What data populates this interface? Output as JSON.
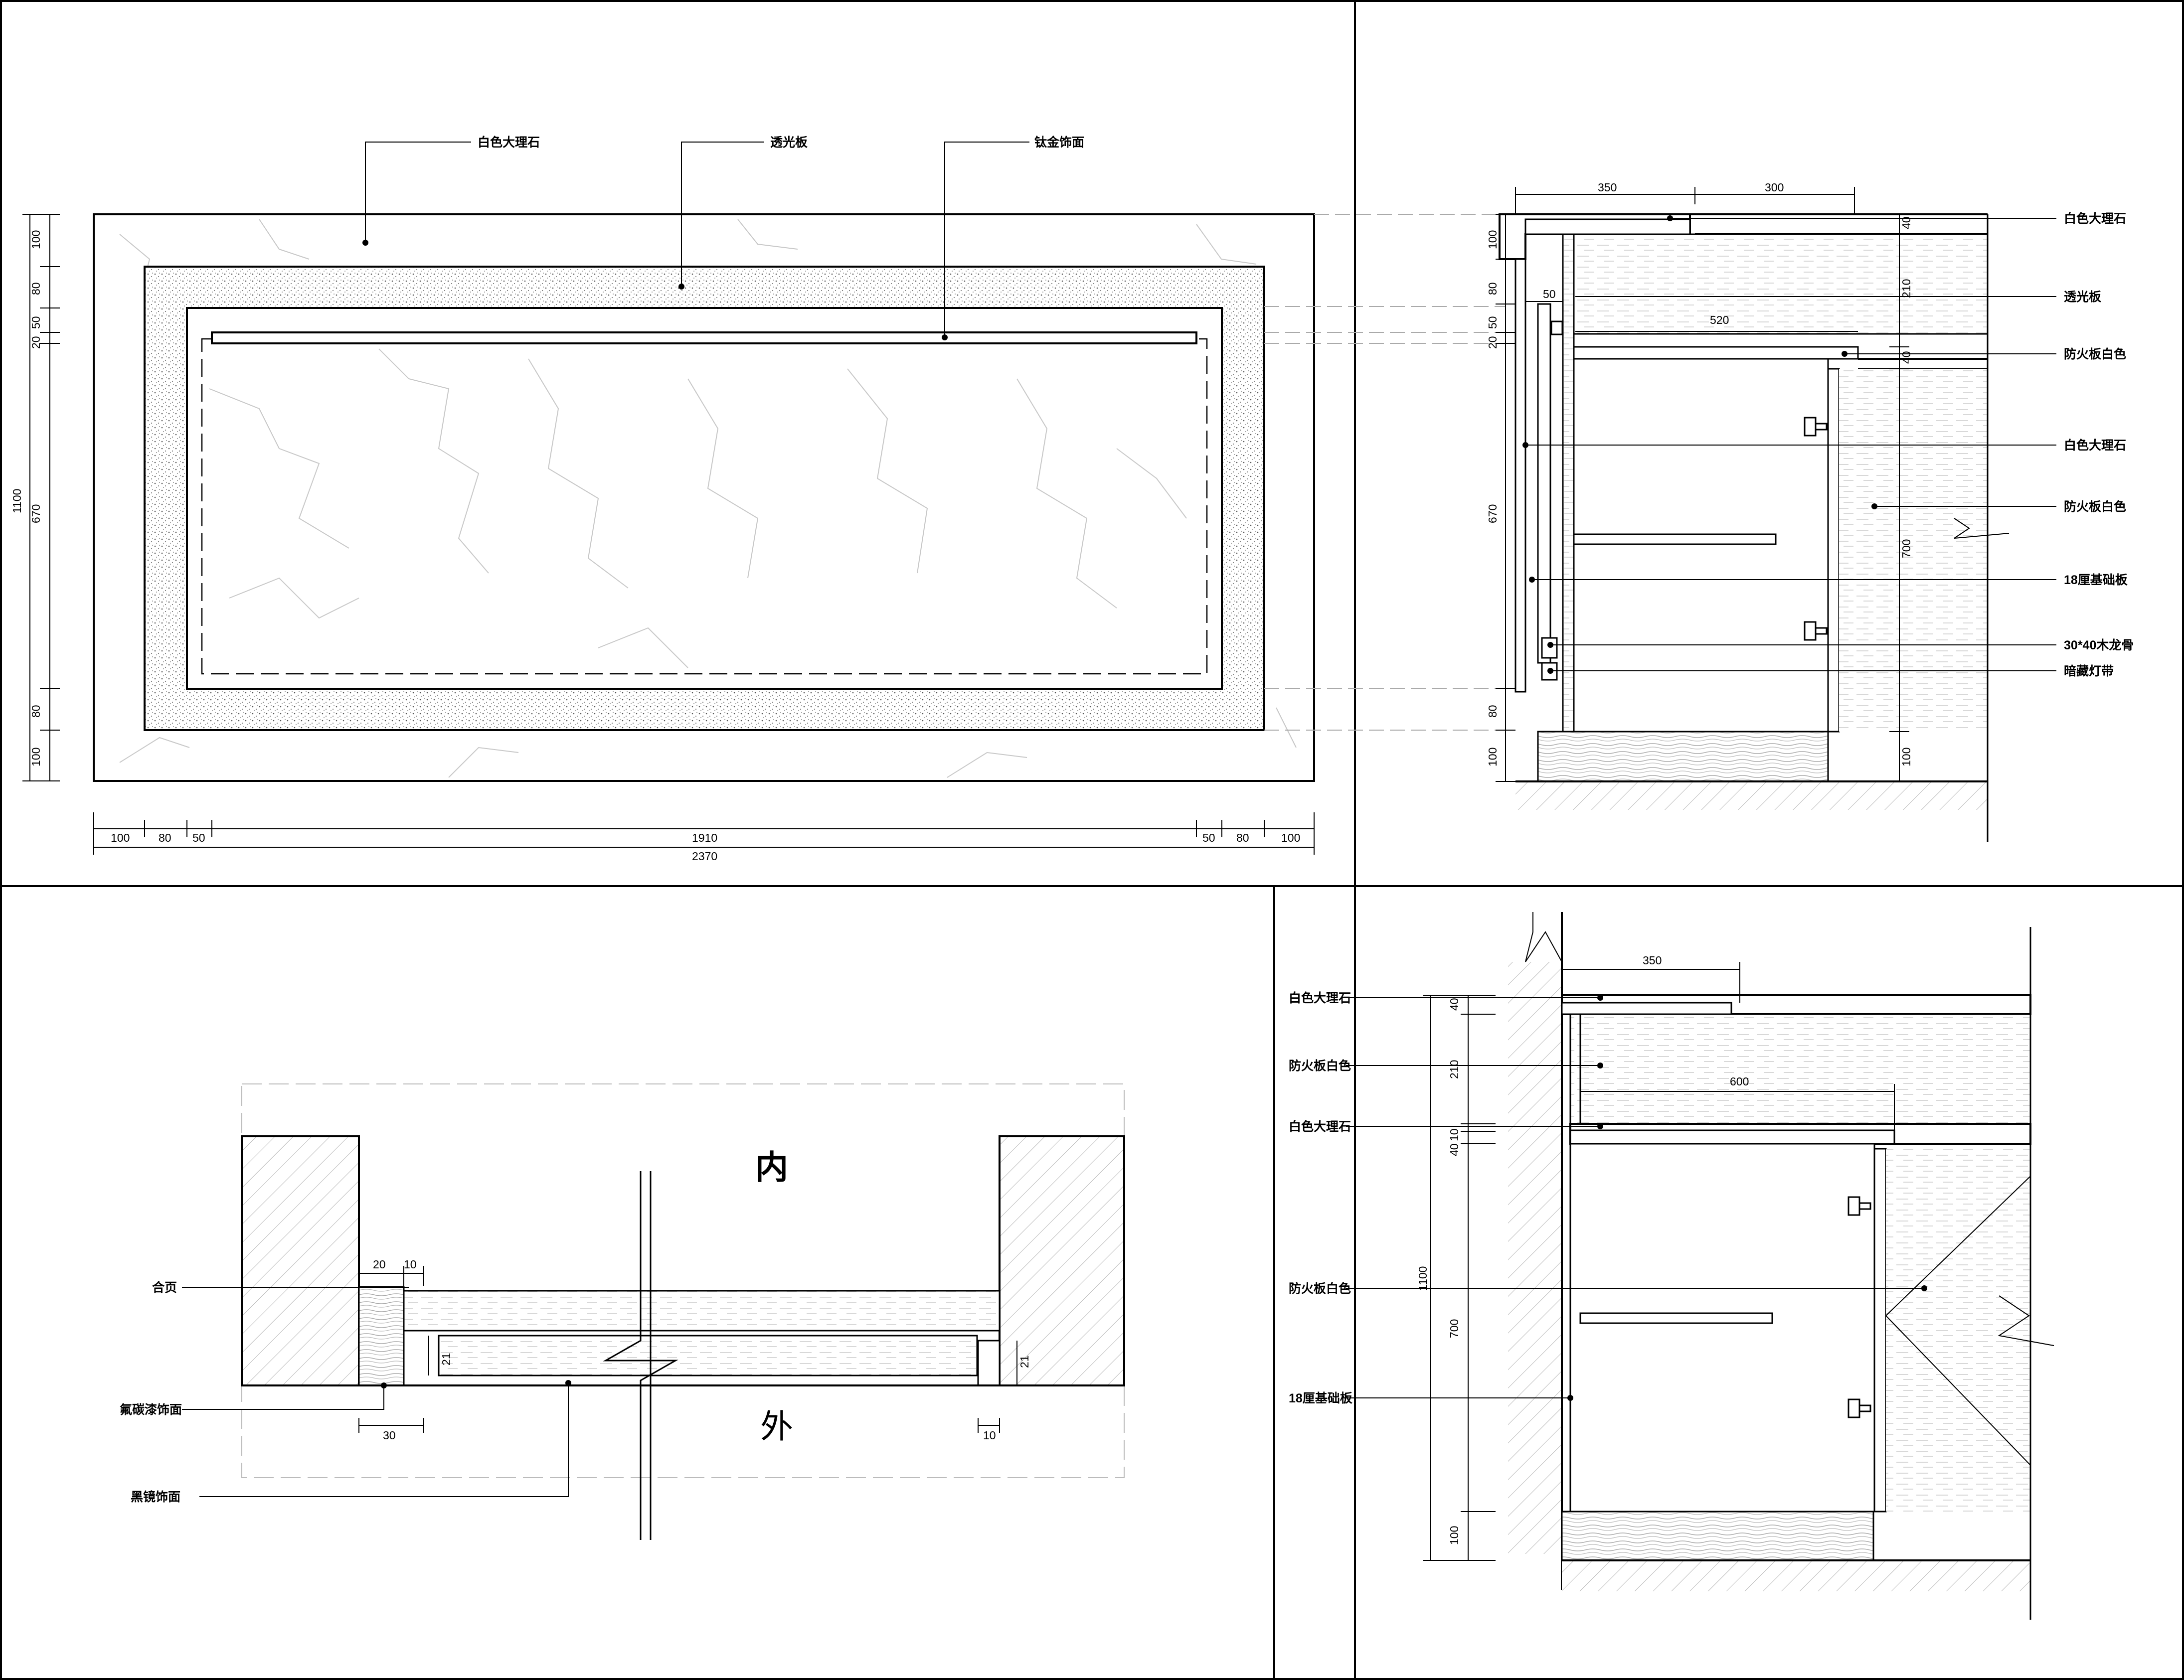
{
  "elevation": {
    "callouts": [
      "白色大理石",
      "透光板",
      "钛金饰面"
    ],
    "dims_left": [
      "100",
      "80",
      "50",
      "20",
      "1100",
      "670",
      "80",
      "100"
    ],
    "dims_bottom": [
      "100",
      "80",
      "50",
      "1910",
      "50",
      "80",
      "100"
    ],
    "dim_total": "2370"
  },
  "section_a": {
    "dims_top": [
      "350",
      "300"
    ],
    "dim_50": "50",
    "dim_520": "520",
    "dims_left": [
      "100",
      "80",
      "50",
      "20",
      "670",
      "80",
      "100"
    ],
    "dims_right": [
      "40",
      "210",
      "40",
      "700",
      "100"
    ],
    "callouts": [
      "白色大理石",
      "透光板",
      "防火板白色",
      "白色大理石",
      "防火板白色",
      "18厘基础板",
      "30*40木龙骨",
      "暗藏灯带"
    ]
  },
  "door_plan": {
    "inside": "内",
    "outside": "外",
    "callouts": [
      "合页",
      "氟碳漆饰面",
      "黑镜饰面"
    ],
    "dims": [
      "20",
      "10",
      "21",
      "21",
      "30",
      "10"
    ]
  },
  "section_b": {
    "callouts": [
      "白色大理石",
      "防火板白色",
      "白色大理石",
      "防火板白色",
      "18厘基础板"
    ],
    "dim_350": "350",
    "dim_600": "600",
    "dims_left": [
      "40",
      "210",
      "10",
      "40",
      "1100",
      "700",
      "100"
    ]
  }
}
